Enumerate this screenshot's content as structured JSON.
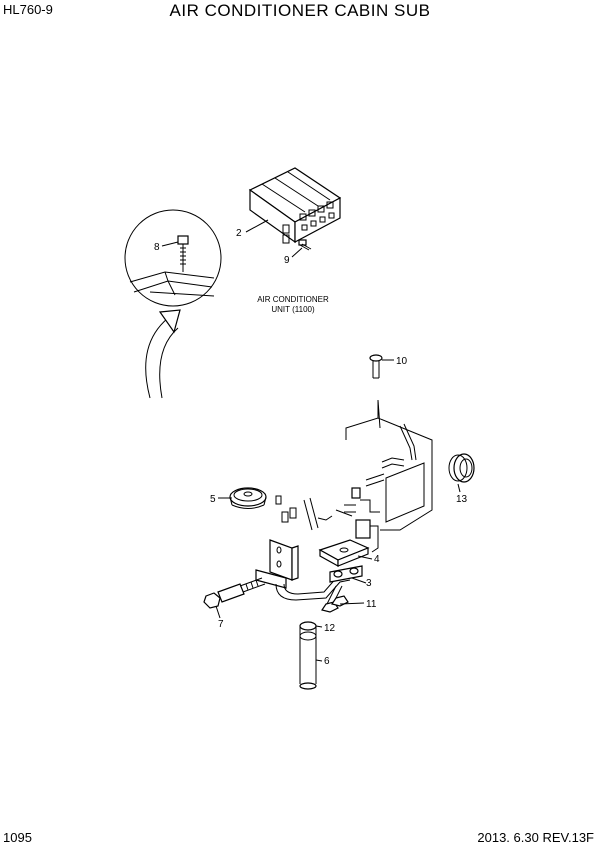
{
  "header": {
    "model": "HL760-9",
    "title": "AIR CONDITIONER CABIN SUB"
  },
  "footer": {
    "page_number": "1095",
    "revision": "2013. 6.30  REV.13F"
  },
  "note": {
    "line1": "AIR CONDITIONER",
    "line2": "UNIT (1100)"
  },
  "callouts": {
    "c2": "2",
    "c3": "3",
    "c4": "4",
    "c5": "5",
    "c6": "6",
    "c7": "7",
    "c8": "8",
    "c9": "9",
    "c10": "10",
    "c11": "11",
    "c12": "12",
    "c13": "13"
  }
}
